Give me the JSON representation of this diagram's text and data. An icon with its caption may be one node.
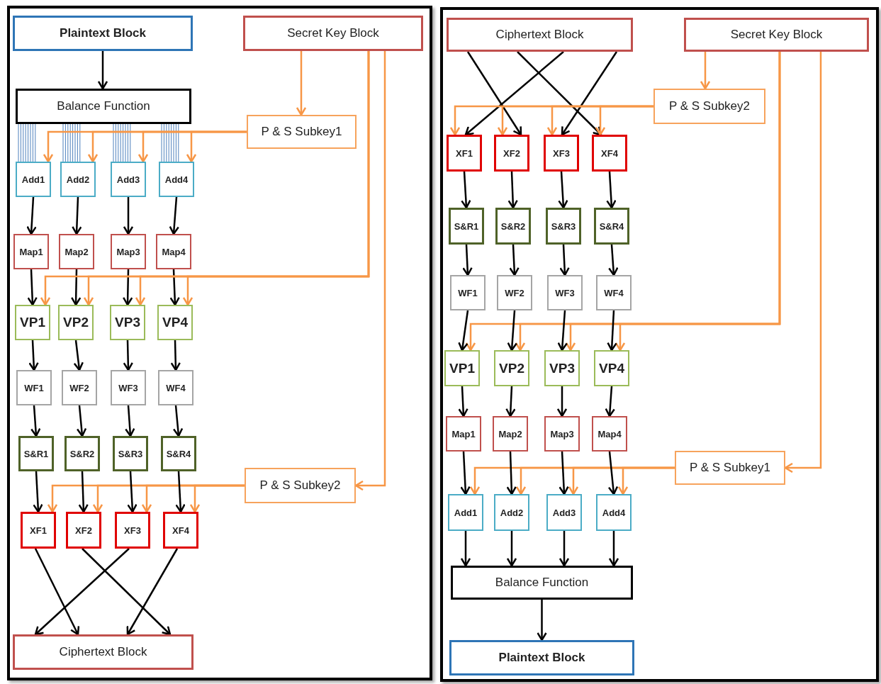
{
  "diagram": {
    "nodes": [
      {
        "text": [
          "Plaintext Block"
        ]
      },
      {
        "text": [
          "Secret Key Block"
        ]
      },
      {
        "text": [
          "Balance Function"
        ]
      },
      {
        "text": [
          "P & S Subkey1"
        ]
      },
      {
        "text": [
          "Add1"
        ]
      },
      {
        "text": [
          "Add2"
        ]
      },
      {
        "text": [
          "Add3"
        ]
      },
      {
        "text": [
          "Add4"
        ]
      },
      {
        "text": [
          "Map1"
        ]
      },
      {
        "text": [
          "Map2"
        ]
      },
      {
        "text": [
          "Map3"
        ]
      },
      {
        "text": [
          "Map4"
        ]
      },
      {
        "text": [
          "VP1"
        ]
      },
      {
        "text": [
          "VP2"
        ]
      },
      {
        "text": [
          "VP3"
        ]
      },
      {
        "text": [
          "VP4"
        ]
      },
      {
        "text": [
          "WF1"
        ]
      },
      {
        "text": [
          "WF2"
        ]
      },
      {
        "text": [
          "WF3"
        ]
      },
      {
        "text": [
          "WF4"
        ]
      },
      {
        "text": [
          "S&R1"
        ]
      },
      {
        "text": [
          "S&R2"
        ]
      },
      {
        "text": [
          "S&R3"
        ]
      },
      {
        "text": [
          "S&R4"
        ]
      },
      {
        "text": [
          "P & S Subkey2"
        ]
      },
      {
        "text": [
          "XF1"
        ]
      },
      {
        "text": [
          "XF2"
        ]
      },
      {
        "text": [
          "XF3"
        ]
      },
      {
        "text": [
          "XF4"
        ]
      },
      {
        "text": [
          "Ciphertext Block"
        ]
      },
      {
        "text": [
          "Ciphertext Block"
        ]
      },
      {
        "text": [
          "Secret Key Block"
        ]
      },
      {
        "text": [
          "P & S Subkey2"
        ]
      },
      {
        "text": [
          "XF1"
        ]
      },
      {
        "text": [
          "XF2"
        ]
      },
      {
        "text": [
          "XF3"
        ]
      },
      {
        "text": [
          "XF4"
        ]
      },
      {
        "text": [
          "S&R1"
        ]
      },
      {
        "text": [
          "S&R2"
        ]
      },
      {
        "text": [
          "S&R3"
        ]
      },
      {
        "text": [
          "S&R4"
        ]
      },
      {
        "text": [
          "WF1"
        ]
      },
      {
        "text": [
          "WF2"
        ]
      },
      {
        "text": [
          "WF3"
        ]
      },
      {
        "text": [
          "WF4"
        ]
      },
      {
        "text": [
          "VP1"
        ]
      },
      {
        "text": [
          "VP2"
        ]
      },
      {
        "text": [
          "VP3"
        ]
      },
      {
        "text": [
          "VP4"
        ]
      },
      {
        "text": [
          "Map1"
        ]
      },
      {
        "text": [
          "Map2"
        ]
      },
      {
        "text": [
          "Map3"
        ]
      },
      {
        "text": [
          "Map4"
        ]
      },
      {
        "text": [
          "P & S Subkey1"
        ]
      },
      {
        "text": [
          "Add1"
        ]
      },
      {
        "text": [
          "Add2"
        ]
      },
      {
        "text": [
          "Add3"
        ]
      },
      {
        "text": [
          "Add4"
        ]
      },
      {
        "text": [
          "Balance Function"
        ]
      },
      {
        "text": [
          "Plaintext Block"
        ]
      }
    ],
    "edges": [
      {
        "from": 0,
        "to": 2,
        "arrow": "to"
      },
      {
        "from": 1,
        "to": 3,
        "arrow": "to",
        "color": "#f79646"
      },
      {
        "from": 2,
        "to": 4,
        "arrow": "none",
        "color": "#4f81bd"
      },
      {
        "from": 2,
        "to": 5,
        "arrow": "none",
        "color": "#4f81bd"
      },
      {
        "from": 2,
        "to": 6,
        "arrow": "none",
        "color": "#4f81bd"
      },
      {
        "from": 2,
        "to": 7,
        "arrow": "none",
        "color": "#4f81bd"
      },
      {
        "from": 3,
        "to": 4,
        "arrow": "to",
        "color": "#f79646"
      },
      {
        "from": 3,
        "to": 5,
        "arrow": "to",
        "color": "#f79646"
      },
      {
        "from": 3,
        "to": 6,
        "arrow": "to",
        "color": "#f79646"
      },
      {
        "from": 3,
        "to": 7,
        "arrow": "to",
        "color": "#f79646"
      },
      {
        "from": 4,
        "to": 8,
        "arrow": "to"
      },
      {
        "from": 5,
        "to": 9,
        "arrow": "to"
      },
      {
        "from": 6,
        "to": 10,
        "arrow": "to"
      },
      {
        "from": 7,
        "to": 11,
        "arrow": "to"
      },
      {
        "from": 8,
        "to": 12,
        "arrow": "to"
      },
      {
        "from": 9,
        "to": 13,
        "arrow": "to"
      },
      {
        "from": 10,
        "to": 14,
        "arrow": "to"
      },
      {
        "from": 11,
        "to": 15,
        "arrow": "to"
      },
      {
        "from": 1,
        "to": 12,
        "arrow": "to",
        "color": "#f79646"
      },
      {
        "from": 1,
        "to": 13,
        "arrow": "to",
        "color": "#f79646"
      },
      {
        "from": 1,
        "to": 14,
        "arrow": "to",
        "color": "#f79646"
      },
      {
        "from": 1,
        "to": 15,
        "arrow": "to",
        "color": "#f79646"
      },
      {
        "from": 12,
        "to": 16,
        "arrow": "to"
      },
      {
        "from": 13,
        "to": 17,
        "arrow": "to"
      },
      {
        "from": 14,
        "to": 18,
        "arrow": "to"
      },
      {
        "from": 15,
        "to": 19,
        "arrow": "to"
      },
      {
        "from": 16,
        "to": 20,
        "arrow": "to"
      },
      {
        "from": 17,
        "to": 21,
        "arrow": "to"
      },
      {
        "from": 18,
        "to": 22,
        "arrow": "to"
      },
      {
        "from": 19,
        "to": 23,
        "arrow": "to"
      },
      {
        "from": 1,
        "to": 24,
        "arrow": "to",
        "color": "#f79646"
      },
      {
        "from": 24,
        "to": 25,
        "arrow": "to",
        "color": "#f79646"
      },
      {
        "from": 24,
        "to": 26,
        "arrow": "to",
        "color": "#f79646"
      },
      {
        "from": 24,
        "to": 27,
        "arrow": "to",
        "color": "#f79646"
      },
      {
        "from": 24,
        "to": 28,
        "arrow": "to",
        "color": "#f79646"
      },
      {
        "from": 20,
        "to": 25,
        "arrow": "to"
      },
      {
        "from": 21,
        "to": 26,
        "arrow": "to"
      },
      {
        "from": 22,
        "to": 27,
        "arrow": "to"
      },
      {
        "from": 23,
        "to": 28,
        "arrow": "to"
      },
      {
        "from": 25,
        "to": 29,
        "arrow": "to"
      },
      {
        "from": 26,
        "to": 29,
        "arrow": "to"
      },
      {
        "from": 27,
        "to": 29,
        "arrow": "to"
      },
      {
        "from": 28,
        "to": 29,
        "arrow": "to"
      },
      {
        "from": 30,
        "to": 33,
        "arrow": "to"
      },
      {
        "from": 30,
        "to": 34,
        "arrow": "to"
      },
      {
        "from": 30,
        "to": 35,
        "arrow": "to"
      },
      {
        "from": 30,
        "to": 36,
        "arrow": "to"
      },
      {
        "from": 31,
        "to": 32,
        "arrow": "to",
        "color": "#f79646"
      },
      {
        "from": 32,
        "to": 33,
        "arrow": "to",
        "color": "#f79646"
      },
      {
        "from": 32,
        "to": 34,
        "arrow": "to",
        "color": "#f79646"
      },
      {
        "from": 32,
        "to": 35,
        "arrow": "to",
        "color": "#f79646"
      },
      {
        "from": 32,
        "to": 36,
        "arrow": "to",
        "color": "#f79646"
      },
      {
        "from": 33,
        "to": 37,
        "arrow": "to"
      },
      {
        "from": 34,
        "to": 38,
        "arrow": "to"
      },
      {
        "from": 35,
        "to": 39,
        "arrow": "to"
      },
      {
        "from": 36,
        "to": 40,
        "arrow": "to"
      },
      {
        "from": 37,
        "to": 41,
        "arrow": "to"
      },
      {
        "from": 38,
        "to": 42,
        "arrow": "to"
      },
      {
        "from": 39,
        "to": 43,
        "arrow": "to"
      },
      {
        "from": 40,
        "to": 44,
        "arrow": "to"
      },
      {
        "from": 31,
        "to": 45,
        "arrow": "to",
        "color": "#f79646"
      },
      {
        "from": 31,
        "to": 46,
        "arrow": "to",
        "color": "#f79646"
      },
      {
        "from": 31,
        "to": 47,
        "arrow": "to",
        "color": "#f79646"
      },
      {
        "from": 31,
        "to": 48,
        "arrow": "to",
        "color": "#f79646"
      },
      {
        "from": 41,
        "to": 45,
        "arrow": "to"
      },
      {
        "from": 42,
        "to": 46,
        "arrow": "to"
      },
      {
        "from": 43,
        "to": 47,
        "arrow": "to"
      },
      {
        "from": 44,
        "to": 48,
        "arrow": "to"
      },
      {
        "from": 45,
        "to": 49,
        "arrow": "to"
      },
      {
        "from": 46,
        "to": 50,
        "arrow": "to"
      },
      {
        "from": 47,
        "to": 51,
        "arrow": "to"
      },
      {
        "from": 48,
        "to": 52,
        "arrow": "to"
      },
      {
        "from": 31,
        "to": 53,
        "arrow": "to",
        "color": "#f79646"
      },
      {
        "from": 53,
        "to": 54,
        "arrow": "to",
        "color": "#f79646"
      },
      {
        "from": 53,
        "to": 55,
        "arrow": "to",
        "color": "#f79646"
      },
      {
        "from": 53,
        "to": 56,
        "arrow": "to",
        "color": "#f79646"
      },
      {
        "from": 53,
        "to": 57,
        "arrow": "to",
        "color": "#f79646"
      },
      {
        "from": 49,
        "to": 54,
        "arrow": "to"
      },
      {
        "from": 50,
        "to": 55,
        "arrow": "to"
      },
      {
        "from": 51,
        "to": 56,
        "arrow": "to"
      },
      {
        "from": 52,
        "to": 57,
        "arrow": "to"
      },
      {
        "from": 54,
        "to": 58,
        "arrow": "to"
      },
      {
        "from": 55,
        "to": 58,
        "arrow": "to"
      },
      {
        "from": 56,
        "to": 58,
        "arrow": "to"
      },
      {
        "from": 57,
        "to": 58,
        "arrow": "to"
      },
      {
        "from": 58,
        "to": 59,
        "arrow": "to"
      }
    ]
  }
}
